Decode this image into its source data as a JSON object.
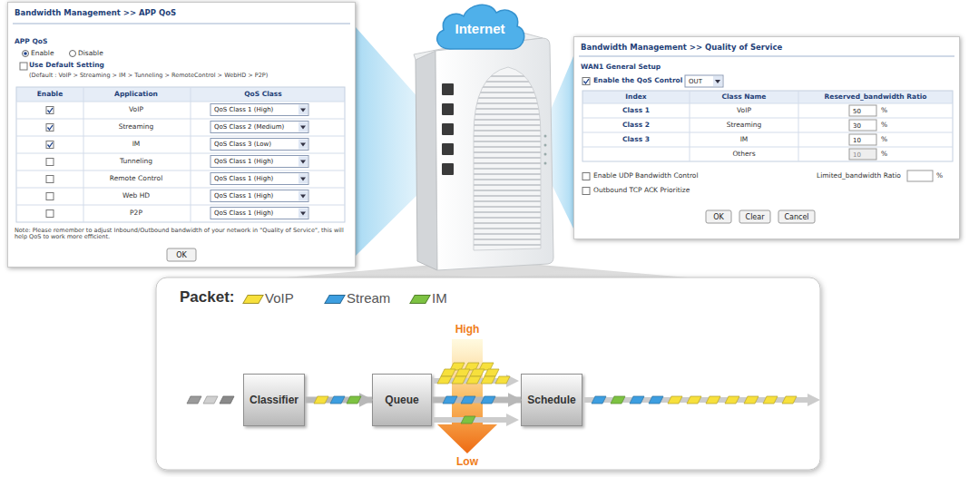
{
  "diagram": {
    "nodes": [
      {
        "text": [
          "Bandwidth Management >> APP QoS"
        ]
      },
      {
        "text": [
          "Internet"
        ]
      },
      {
        "text": [
          "Bandwidth Management >> Quality of Service"
        ]
      },
      {
        "text": [
          "Classifier"
        ]
      },
      {
        "text": [
          "Queue"
        ]
      },
      {
        "text": [
          "Schedule"
        ]
      }
    ],
    "edges": [
      {
        "from": 3,
        "to": 4,
        "arrow": "to"
      },
      {
        "from": 4,
        "to": 5,
        "arrow": "to"
      }
    ],
    "labels": [
      "APP QoS",
      "Enable",
      "Disable",
      "Use Default Setting",
      "(Default : VoIP > Streaming > IM > Tunneling > RemoteControl > WebHD > P2P)",
      "Enable",
      "Application",
      "QoS Class",
      "VoIP",
      "QoS Class 1 (High)",
      "Streaming",
      "QoS Class 2 (Medium)",
      "IM",
      "QoS Class 3 (Low)",
      "Tunneling",
      "QoS Class 1 (High)",
      "Remote Control",
      "QoS Class 1 (High)",
      "Web HD",
      "QoS Class 1 (High)",
      "P2P",
      "QoS Class 1 (High)",
      "Note: Please remember to adjust Inbound/Outbound bandwidth of your network in \"Quality of Service\", this will help QoS to work more efficient.",
      "OK",
      "WAN1 General Setup",
      "Enable the QoS Control",
      "OUT",
      "Index",
      "Class Name",
      "Reserved_bandwidth Ratio",
      "Class 1",
      "VoIP",
      "50",
      "%",
      "Class 2",
      "Streaming",
      "30",
      "%",
      "Class 3",
      "IM",
      "10",
      "%",
      "Others",
      "10",
      "%",
      "Enable UDP Bandwidth Control",
      "Limited_bandwidth Ratio",
      "%",
      "Outbound TCP ACK Prioritize",
      "OK",
      "Clear",
      "Cancel",
      "Packet:",
      "High",
      "Low"
    ],
    "legend": [
      {
        "text": "VoIP",
        "color": "#f7e03c"
      },
      {
        "text": "Stream",
        "color": "#3d9ee0"
      },
      {
        "text": "IM",
        "color": "#7dc242"
      }
    ]
  }
}
